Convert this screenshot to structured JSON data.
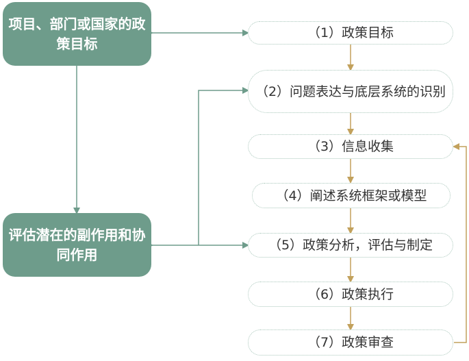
{
  "left_nodes": {
    "top": "项目、部门或国家的政策目标",
    "bottom": "评估潜在的副作用和协同作用"
  },
  "steps": [
    "（1）政策目标",
    "（2）问题表达与底层系统的识别",
    "（3）信息收集",
    "（4）阐述系统框架或模型",
    "（5）政策分析，评估与制定",
    "（6）政策执行",
    "（7）政策审查"
  ],
  "colors": {
    "left_node_fill": "#6e9c8b",
    "green_connector": "#6e9c8b",
    "gold_connector": "#c2a15c",
    "step_border": "#a9c7bb"
  }
}
